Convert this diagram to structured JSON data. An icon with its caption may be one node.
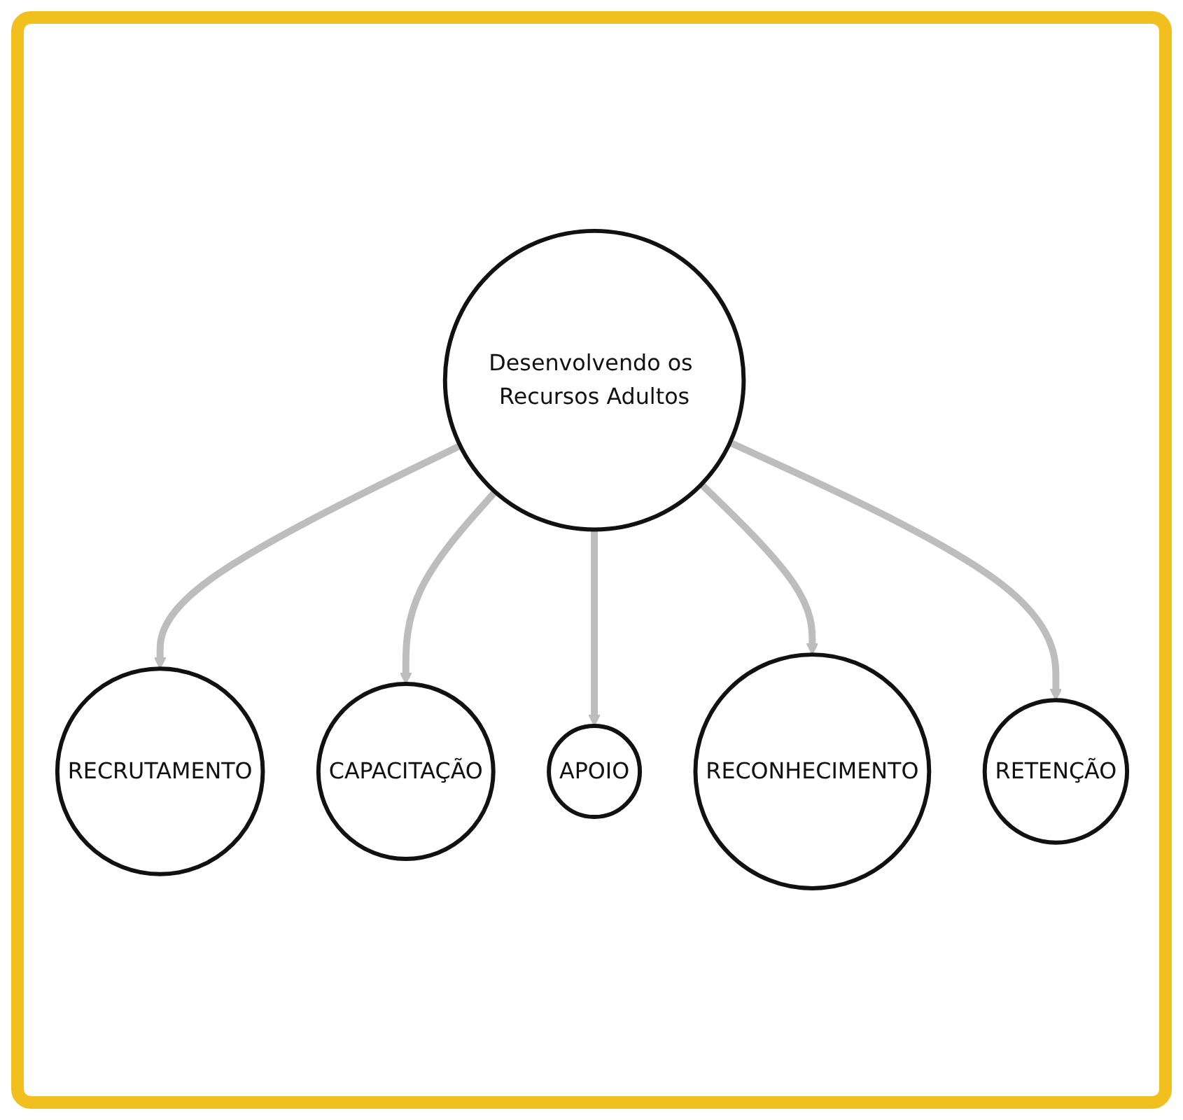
{
  "diagram": {
    "nodes": [
      {
        "text": [
          "Desenvolvendo os Recursos Adultos"
        ]
      },
      {
        "text": [
          "RECRUTAMENTO"
        ]
      },
      {
        "text": [
          "CAPACITAÇÃO"
        ]
      },
      {
        "text": [
          "APOIO"
        ]
      },
      {
        "text": [
          "RECONHECIMENTO"
        ]
      },
      {
        "text": [
          "RETENÇÃO"
        ]
      }
    ],
    "edges": [
      {
        "from": 0,
        "to": 1,
        "arrow": "to"
      },
      {
        "from": 0,
        "to": 2,
        "arrow": "to"
      },
      {
        "from": 0,
        "to": 3,
        "arrow": "to"
      },
      {
        "from": 0,
        "to": 4,
        "arrow": "to"
      },
      {
        "from": 0,
        "to": 5,
        "arrow": "to"
      }
    ]
  }
}
